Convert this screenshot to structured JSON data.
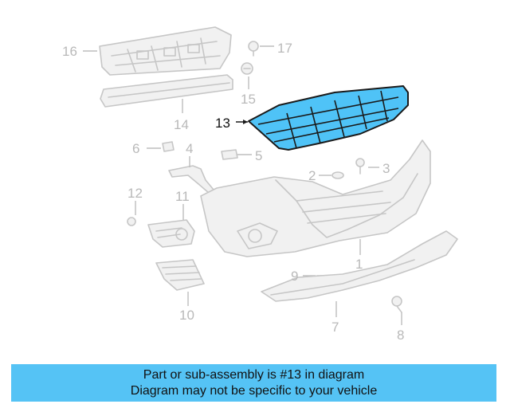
{
  "diagram": {
    "callouts": [
      {
        "id": "1",
        "label": "1"
      },
      {
        "id": "2",
        "label": "2"
      },
      {
        "id": "3",
        "label": "3"
      },
      {
        "id": "4",
        "label": "4"
      },
      {
        "id": "5",
        "label": "5"
      },
      {
        "id": "6",
        "label": "6"
      },
      {
        "id": "7",
        "label": "7"
      },
      {
        "id": "8",
        "label": "8"
      },
      {
        "id": "9",
        "label": "9"
      },
      {
        "id": "10",
        "label": "10"
      },
      {
        "id": "11",
        "label": "11"
      },
      {
        "id": "12",
        "label": "12"
      },
      {
        "id": "13",
        "label": "13"
      },
      {
        "id": "14",
        "label": "14"
      },
      {
        "id": "15",
        "label": "15"
      },
      {
        "id": "16",
        "label": "16"
      },
      {
        "id": "17",
        "label": "17"
      }
    ],
    "highlighted_part": "13",
    "highlight_color": "#4fc3f7"
  },
  "banner": {
    "line1": "Part or sub-assembly is #13 in diagram",
    "line2": "Diagram may not be specific to your vehicle",
    "background": "#55c3f5"
  }
}
